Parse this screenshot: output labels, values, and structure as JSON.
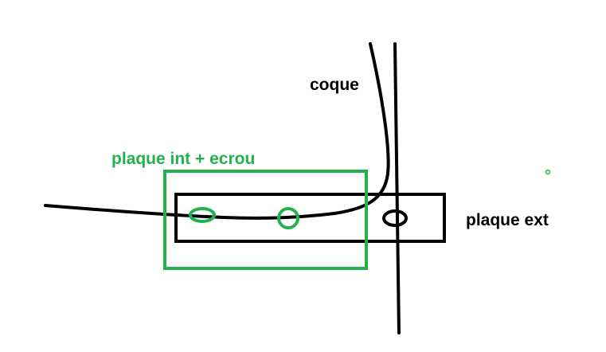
{
  "labels": {
    "coque": "coque",
    "plaque_int": "plaque int + ecrou",
    "plaque_ext": "plaque ext"
  },
  "colors": {
    "black": "#000000",
    "green": "#22b14c",
    "background": "#ffffff"
  }
}
